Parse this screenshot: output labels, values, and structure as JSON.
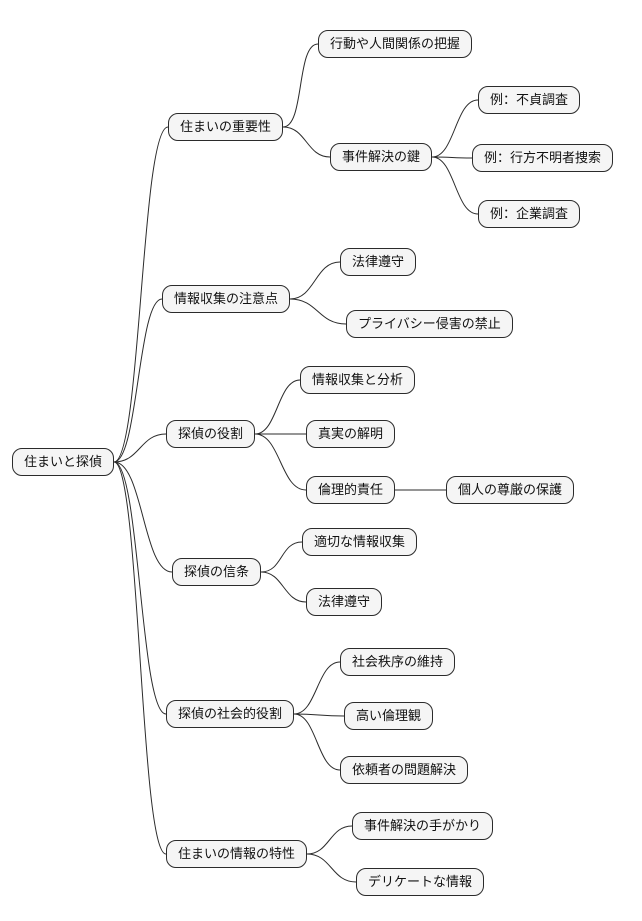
{
  "diagram": {
    "type": "mindmap",
    "colors": {
      "background": "#ffffff",
      "node_fill": "#f5f5f5",
      "node_border": "#2b2b2b",
      "edge": "#2b2b2b"
    },
    "root": {
      "label": "住まいと探偵",
      "children": [
        {
          "label": "住まいの重要性",
          "children": [
            {
              "label": "行動や人間関係の把握"
            },
            {
              "label": "事件解決の鍵",
              "children": [
                {
                  "label": "例：不貞調査"
                },
                {
                  "label": "例：行方不明者捜索"
                },
                {
                  "label": "例：企業調査"
                }
              ]
            }
          ]
        },
        {
          "label": "情報収集の注意点",
          "children": [
            {
              "label": "法律遵守"
            },
            {
              "label": "プライバシー侵害の禁止"
            }
          ]
        },
        {
          "label": "探偵の役割",
          "children": [
            {
              "label": "情報収集と分析"
            },
            {
              "label": "真実の解明"
            },
            {
              "label": "倫理的責任",
              "children": [
                {
                  "label": "個人の尊厳の保護"
                }
              ]
            }
          ]
        },
        {
          "label": "探偵の信条",
          "children": [
            {
              "label": "適切な情報収集"
            },
            {
              "label": "法律遵守"
            }
          ]
        },
        {
          "label": "探偵の社会的役割",
          "children": [
            {
              "label": "社会秩序の維持"
            },
            {
              "label": "高い倫理観"
            },
            {
              "label": "依頼者の問題解決"
            }
          ]
        },
        {
          "label": "住まいの情報の特性",
          "children": [
            {
              "label": "事件解決の手がかり"
            },
            {
              "label": "デリケートな情報"
            }
          ]
        }
      ]
    }
  }
}
